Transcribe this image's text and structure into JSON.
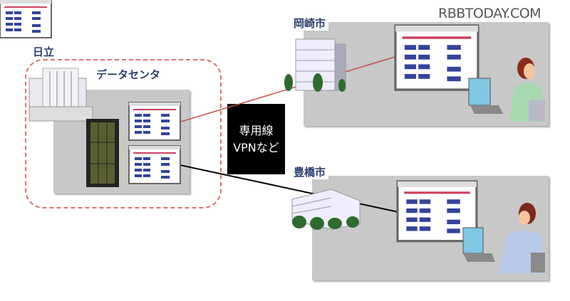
{
  "watermark": "RBBTODAY.COM",
  "hitachi": {
    "label": "日立",
    "datacenter_label": "データセンタ"
  },
  "connection": {
    "line1": "専用線",
    "line2": "VPNなど"
  },
  "sites": [
    {
      "name": "岡崎市",
      "link_color": "#c0504d"
    },
    {
      "name": "豊橋市",
      "link_color": "#000000"
    }
  ]
}
